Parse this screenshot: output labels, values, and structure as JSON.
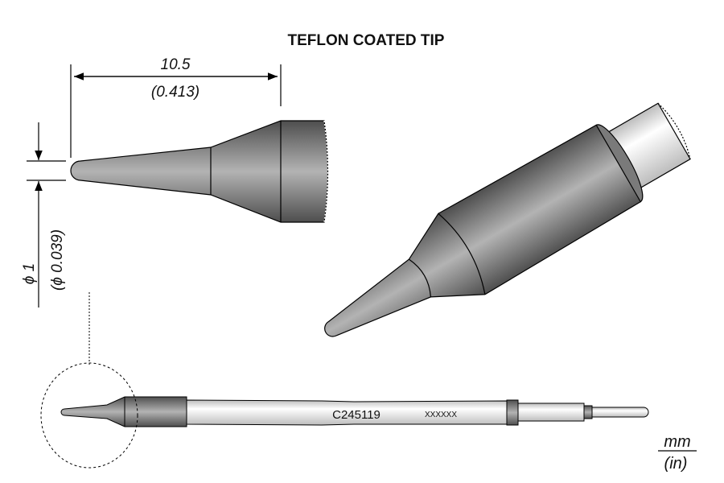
{
  "title": "TEFLON COATED TIP",
  "length_dim": {
    "mm": "10.5",
    "in": "(0.413)"
  },
  "diameter_dim": {
    "mm": "ϕ 1",
    "in": "(ϕ 0.039)"
  },
  "part_number": "C245119",
  "serial_placeholder": "XXXXXX",
  "units": {
    "top": "mm",
    "bottom": "(in)"
  },
  "colors": {
    "tip_dark": "#5a5a5a",
    "tip_light": "#b5b5b5",
    "shaft": "#f2f2f2"
  }
}
